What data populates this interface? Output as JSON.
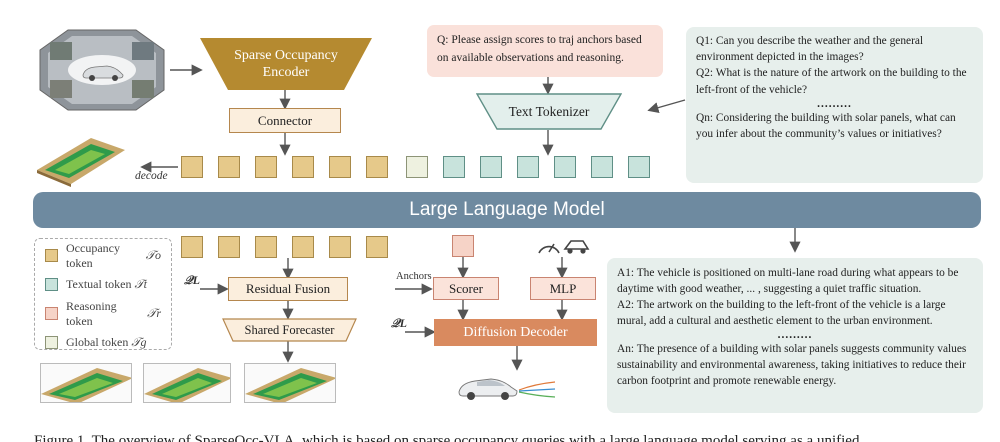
{
  "encoder": {
    "label": "Sparse Occupancy Encoder"
  },
  "connector": {
    "label": "Connector"
  },
  "decode_label": "decode",
  "query": {
    "text": "Q: Please assign scores to traj anchors based on available observations and reasoning."
  },
  "tokenizer": {
    "label": "Text Tokenizer"
  },
  "questions": {
    "q1": "Q1: Can you describe the weather and the general environment depicted in the images?",
    "q2": "Q2: What is the nature of the artwork on the building to the left-front of the vehicle?",
    "dots": ".........",
    "qn": "Qn: Considering the building with solar panels, what can you infer about the community’s values or initiatives?"
  },
  "llm": {
    "label": "Large Language Model"
  },
  "legend": {
    "occupancy": {
      "text": "Occupancy token",
      "symbol": "𝒯o"
    },
    "textual": {
      "text": "Textual token",
      "symbol": "𝒯t"
    },
    "reasoning": {
      "text": "Reasoning token",
      "symbol": "𝒯r"
    },
    "global": {
      "text": "Global token",
      "symbol": "𝒯g"
    }
  },
  "ql_label": "𝒬L",
  "residual_fusion": {
    "label": "Residual Fusion"
  },
  "shared_forecaster": {
    "label": "Shared Forecaster"
  },
  "anchors_label": "Anchors",
  "scorer": {
    "label": "Scorer"
  },
  "mlp": {
    "label": "MLP"
  },
  "diffusion_decoder": {
    "label": "Diffusion Decoder"
  },
  "answers": {
    "a1": "A1: The vehicle is positioned on multi-lane road during what appears to be daytime with good weather, ... , suggesting a quiet traffic situation.",
    "a2": "A2: The artwork on the building to the left-front of the vehicle is a large mural, add a cultural and aesthetic element to the urban environment.",
    "dots": ".........",
    "an": "An: The presence of a building with solar panels suggests community values sustainability and environmental awareness, taking initiatives to reduce their carbon footprint and promote renewable energy."
  },
  "caption": {
    "text": "Figure 1. The overview of SparseOcc-VLA, which is based on sparse occupancy queries with a large language model serving as a unified"
  },
  "colors": {
    "occupancy": "#e6c98a",
    "textual": "#c8e3dc",
    "reasoning": "#f6d3c7",
    "global": "#eef1e0",
    "encoder": "#b58a30",
    "llm": "#6e8aa0",
    "diffusion": "#d98a5f"
  }
}
